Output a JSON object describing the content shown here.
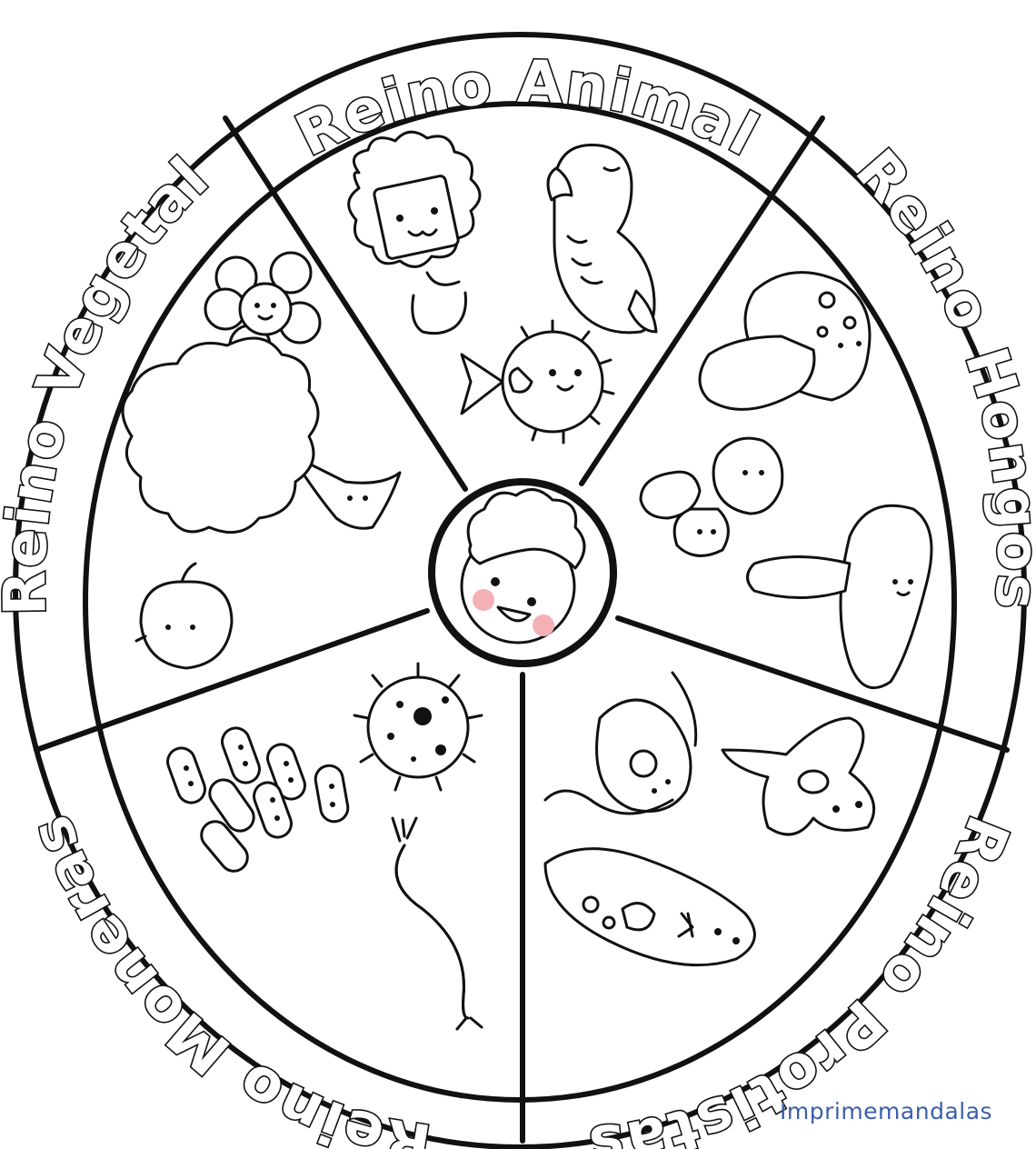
{
  "credit": "Imprimemandalas",
  "colors": {
    "line": "#111111",
    "background": "#ffffff",
    "credit": "#3b5fa8",
    "cheeks": "#f3b1b5"
  },
  "kingdoms": [
    {
      "id": "animal",
      "label": "Reino Animal",
      "icons": [
        "lion-icon",
        "parrot-icon",
        "pufferfish-icon"
      ]
    },
    {
      "id": "hongos",
      "label": "Reino Hongos",
      "icons": [
        "mushroom-icon",
        "mushroom-icon",
        "mushroom-icon"
      ]
    },
    {
      "id": "protistas",
      "label": "Reino Protistas",
      "icons": [
        "euglena-icon",
        "amoeba-icon",
        "paramecium-icon"
      ]
    },
    {
      "id": "moneras",
      "label": "Reino Moneras",
      "icons": [
        "bacilli-icon",
        "coccus-icon",
        "spirillum-icon"
      ]
    },
    {
      "id": "vegetal",
      "label": "Reino Vegetal",
      "icons": [
        "flower-icon",
        "tree-icon",
        "apple-icon"
      ]
    }
  ],
  "center": {
    "icon": "child-face-icon"
  }
}
